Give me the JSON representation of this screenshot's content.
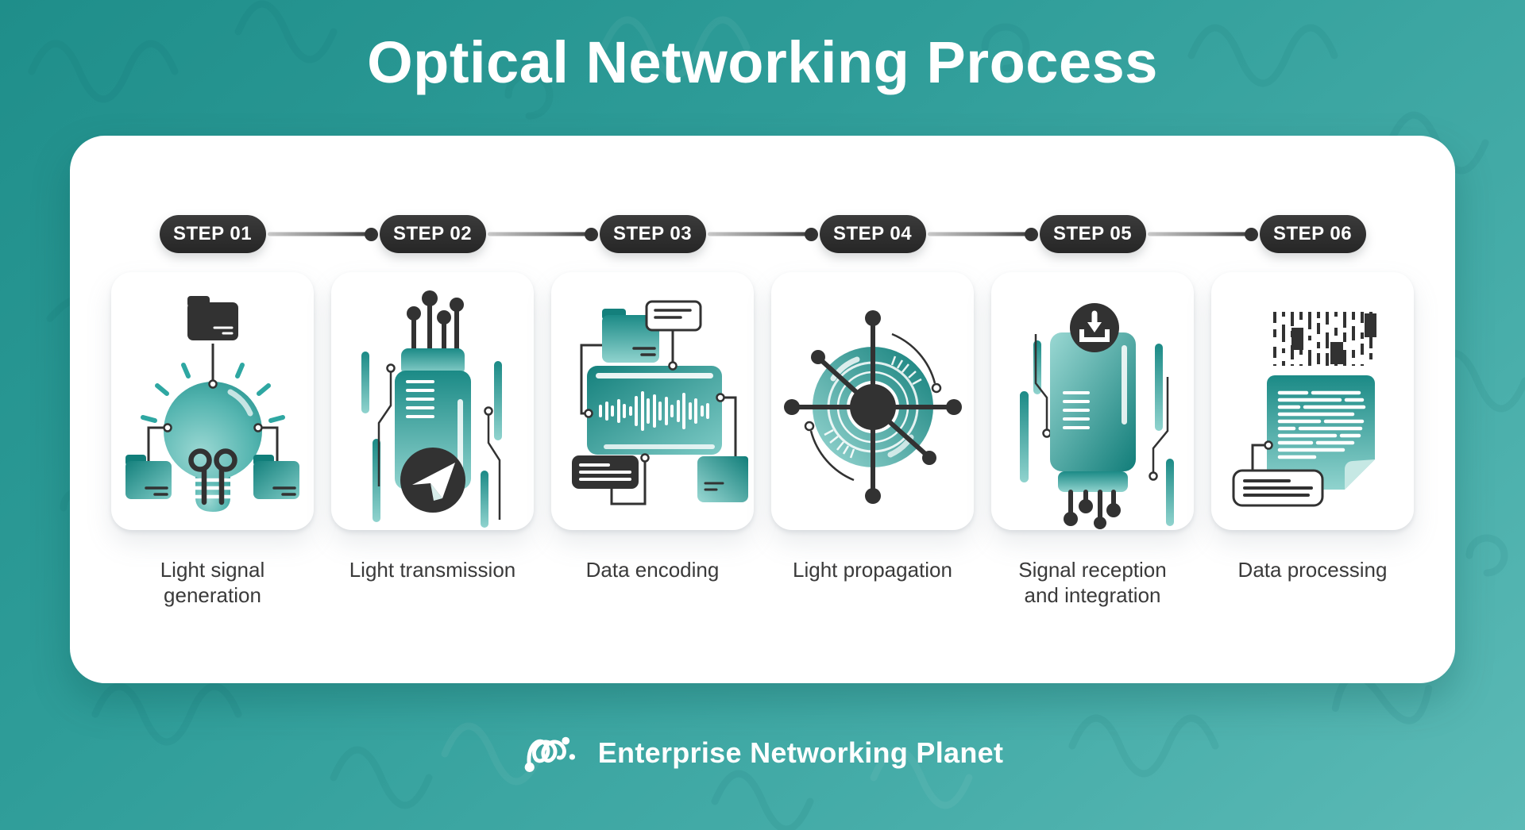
{
  "title": "Optical Networking Process",
  "steps": [
    {
      "badge": "STEP 01",
      "label": "Light signal generation",
      "icon": "lightbulb-data-illustration"
    },
    {
      "badge": "STEP 02",
      "label": "Light transmission",
      "icon": "fiber-optic-cable-illustration"
    },
    {
      "badge": "STEP 03",
      "label": "Data encoding",
      "icon": "waveform-screen-illustration"
    },
    {
      "badge": "STEP 04",
      "label": "Light propagation",
      "icon": "radial-light-hub-illustration"
    },
    {
      "badge": "STEP 05",
      "label": "Signal reception and integration",
      "icon": "receiver-module-illustration"
    },
    {
      "badge": "STEP 06",
      "label": "Data processing",
      "icon": "document-binary-illustration"
    }
  ],
  "footer": {
    "brand": "Enterprise Networking Planet",
    "logo_icon": "network-loops-logo"
  },
  "colors": {
    "background_teal_dark": "#1f8e8a",
    "background_teal_light": "#5cbab6",
    "accent_teal": "#2ba19d",
    "badge_dark": "#2e2e2e",
    "panel_white": "#ffffff",
    "label_text": "#3a3a3a",
    "illustration_dark": "#323232"
  }
}
